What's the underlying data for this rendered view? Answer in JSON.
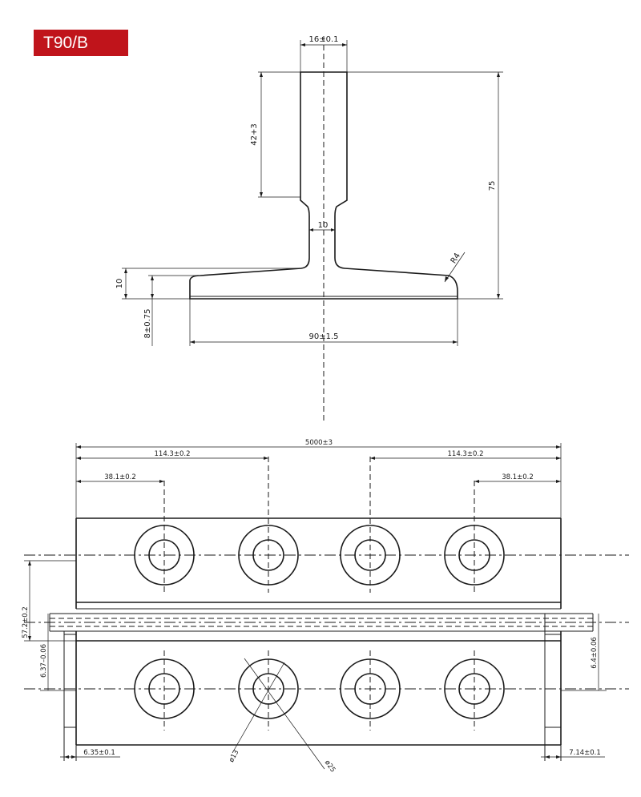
{
  "badge": {
    "label": "T90/B",
    "color": "#c0141b"
  },
  "profile": {
    "head_width": "16±0.1",
    "head_height": "42+3",
    "total_height": "75",
    "neck_width": "10",
    "radius": "R4",
    "flange_thickness": "10",
    "base_thickness": "8±0.75",
    "base_width": "90±1.5"
  },
  "plan": {
    "length": "5000±3",
    "first_hole_offset_left": "38.1±0.2",
    "first_hole_offset_right": "38.1±0.2",
    "hole_pitch_left": "114.3±0.2",
    "hole_pitch_right": "114.3±0.2",
    "overall_width": "57.2±0.2",
    "tongue_depth_left": "6.37–0.06",
    "tongue_depth_right": "6.4±0.06",
    "tongue_length_left": "6.35±0.1",
    "tongue_length_right": "7.14±0.1",
    "hole_diameter": "ø13",
    "counterbore_diameter": "ø25"
  }
}
